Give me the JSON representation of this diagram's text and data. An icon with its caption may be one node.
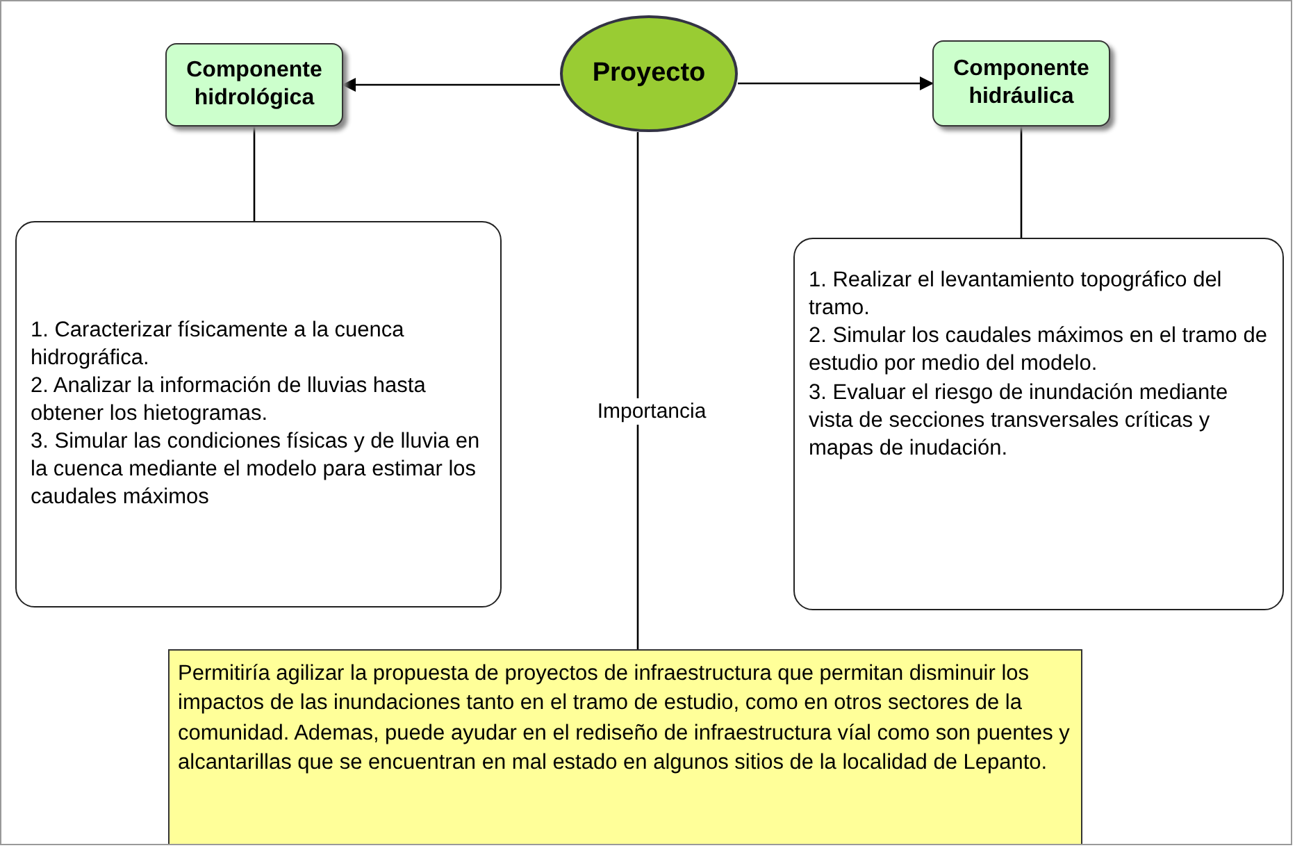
{
  "diagram": {
    "nodes": [
      {
        "text": [
          "Proyecto"
        ]
      },
      {
        "text": [
          "Componente hidrológica"
        ]
      },
      {
        "text": [
          "Componente hidráulica"
        ]
      },
      {
        "text": [
          "1. Caracterizar físicamente a la cuenca hidrográfica.",
          "2. Analizar la información de lluvias hasta obtener los hietogramas.",
          "3. Simular las condiciones físicas y de lluvia en la cuenca mediante el modelo para estimar los caudales máximos"
        ]
      },
      {
        "text": [
          "1. Realizar el levantamiento topográfico del tramo.",
          "2. Simular los caudales máximos en el tramo de estudio por medio del modelo.",
          "3. Evaluar el riesgo de inundación mediante vista de secciones transversales críticas y mapas de inudación."
        ]
      },
      {
        "text": [
          "Permitiría agilizar la propuesta de proyectos de infraestructura que permitan disminuir los impactos de las inundaciones tanto en el tramo de estudio, como en otros sectores de la comunidad. Ademas, puede ayudar en el rediseño de infraestructura víal como son puentes y alcantarillas que se encuentran en mal estado en algunos sitios de la localidad de Lepanto."
        ]
      }
    ],
    "edges": [
      {
        "from": 0,
        "to": 1,
        "arrow": "to"
      },
      {
        "from": 0,
        "to": 2,
        "arrow": "to"
      },
      {
        "from": 1,
        "to": 3,
        "arrow": "none"
      },
      {
        "from": 2,
        "to": 4,
        "arrow": "none"
      },
      {
        "from": 0,
        "to": 5,
        "arrow": "none",
        "label": "Importancia"
      }
    ]
  }
}
